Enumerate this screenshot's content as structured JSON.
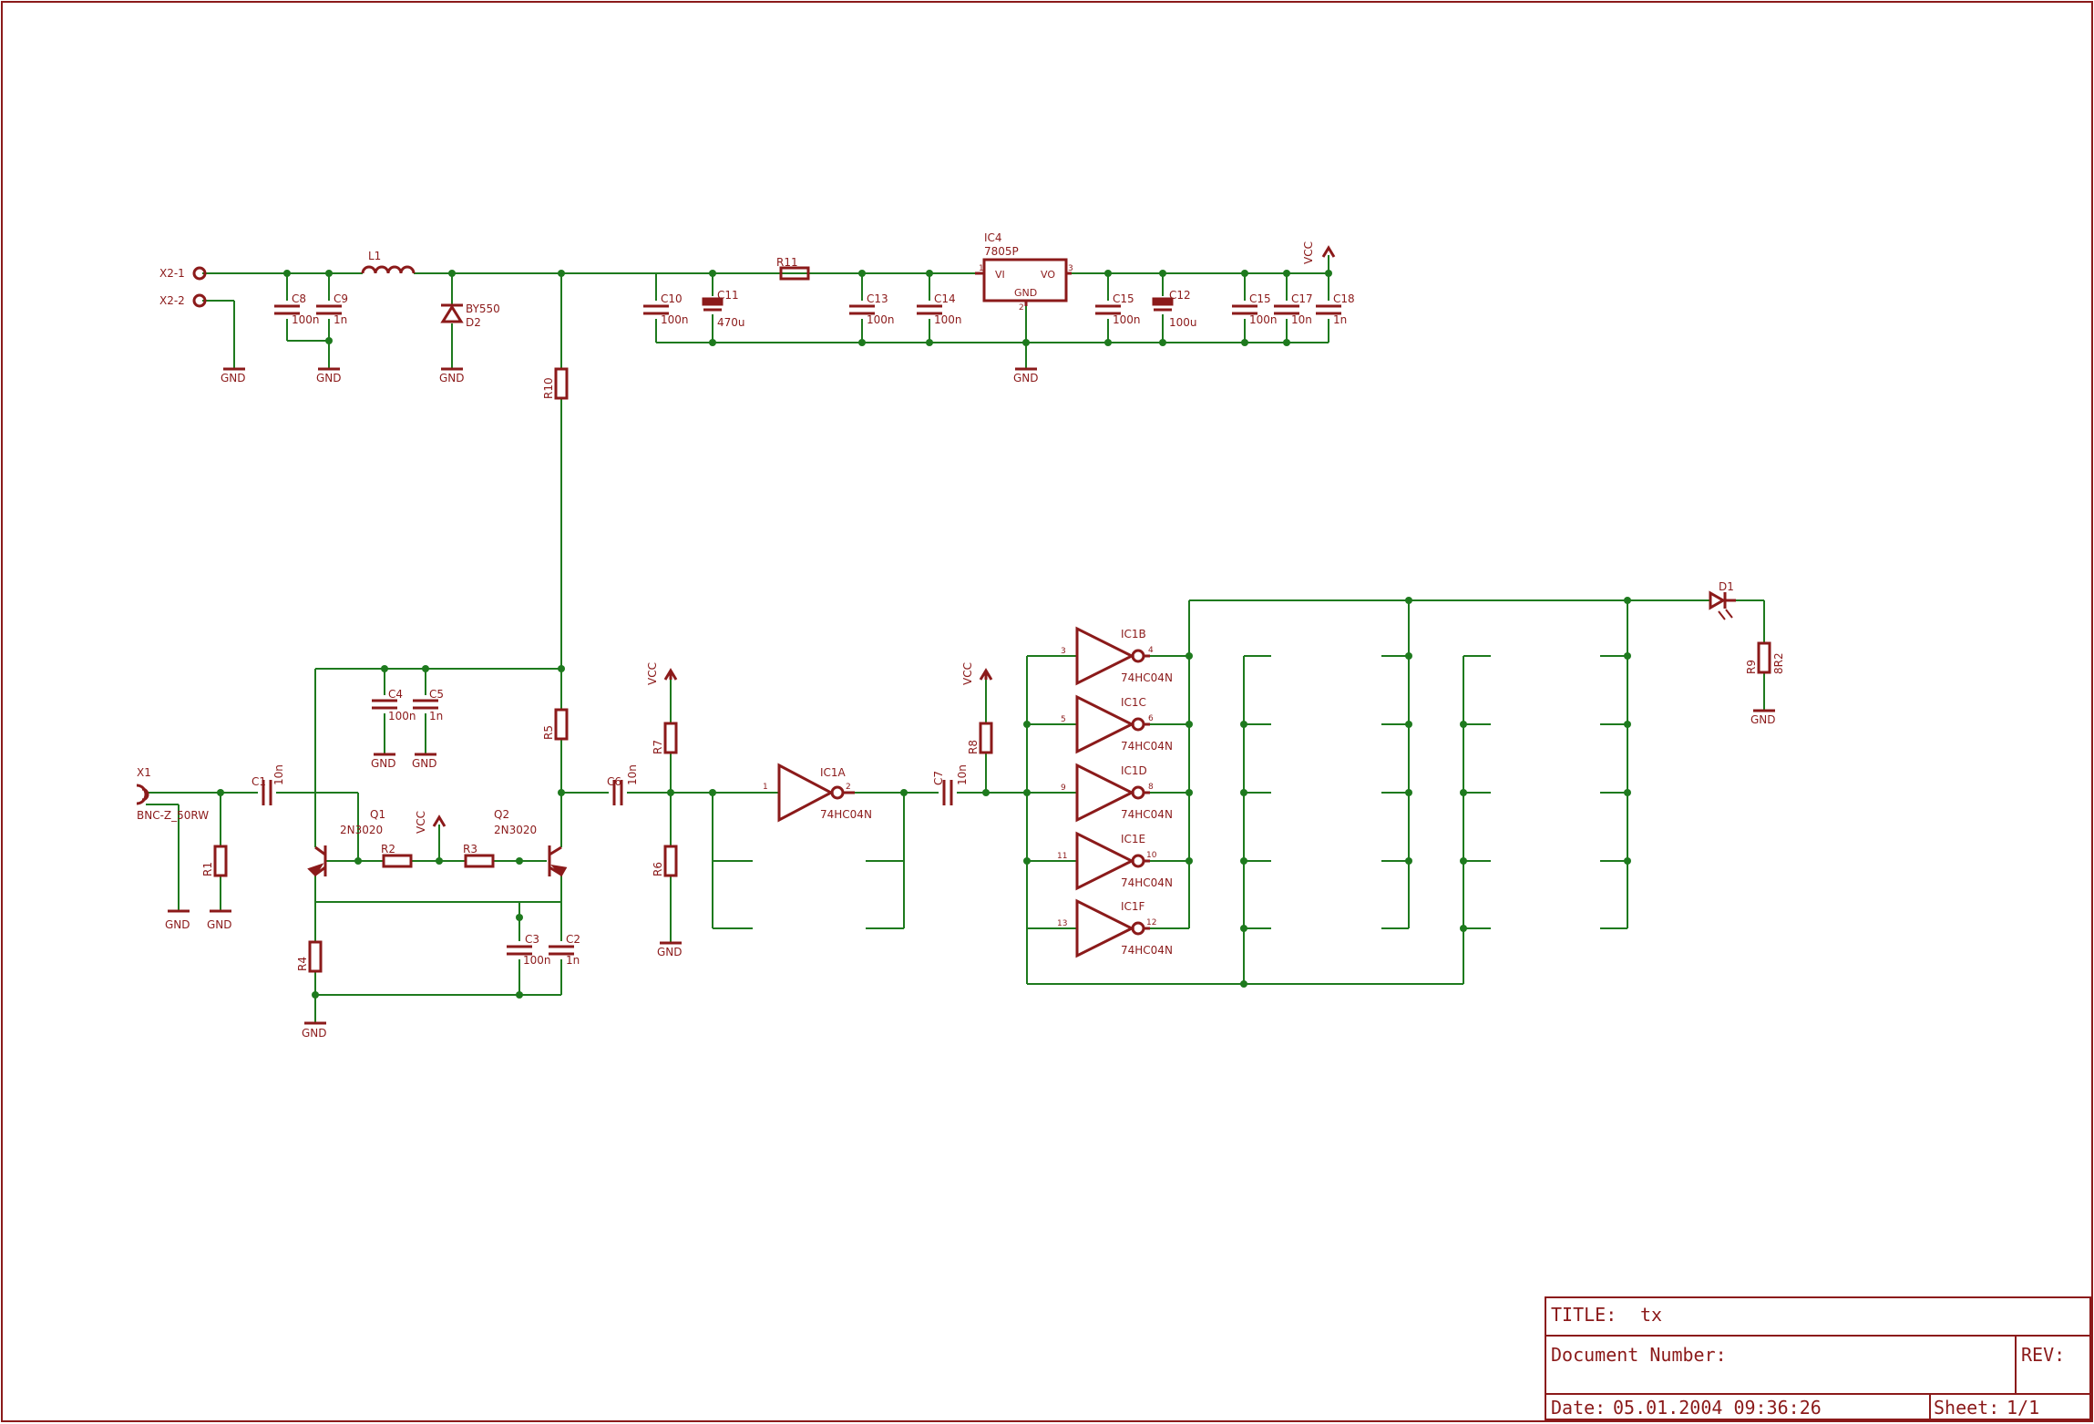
{
  "colors": {
    "wire": "#1e7a1e",
    "part": "#8b1a1a",
    "frame": "#8b1a1a",
    "background": "#ffffff"
  },
  "title_block": {
    "title_label": "TITLE:",
    "title_value": "tx",
    "doc_label": "Document Number:",
    "rev_label": "REV:",
    "date_label": "Date:",
    "date_value": "05.01.2004 09:36:26",
    "sheet_label": "Sheet:",
    "sheet_value": "1/1"
  },
  "labels": {
    "x2_1": "X2-1",
    "x2_2": "X2-2",
    "gnd": "GND",
    "vcc": "VCC",
    "l1": "L1",
    "c8": "C8",
    "c8_v": "100n",
    "c9": "C9",
    "c9_v": "1n",
    "d2_part": "BY550",
    "d2": "D2",
    "c10": "C10",
    "c10_v": "100n",
    "c11": "C11",
    "c11_v": "470u",
    "r11": "R11",
    "c13": "C13",
    "c13_v": "100n",
    "c14": "C14",
    "c14_v": "100n",
    "ic4": "IC4",
    "ic4_part": "7805P",
    "ic4_vi": "VI",
    "ic4_vo": "VO",
    "ic4_gnd": "GND",
    "ic4_pin1": "1",
    "ic4_pin2": "2",
    "ic4_pin3": "3",
    "c15a": "C15",
    "c15a_v": "100n",
    "c12": "C12",
    "c12_v": "100u",
    "c15b": "C15",
    "c15b_v": "100n",
    "c17": "C17",
    "c17_v": "10n",
    "c18": "C18",
    "c18_v": "1n",
    "r10": "R10",
    "r5": "R5",
    "c4": "C4",
    "c4_v": "100n",
    "c5": "C5",
    "c5_v": "1n",
    "x1": "X1",
    "x1_part": "BNC-Z_50RW",
    "c1": "C1",
    "c1_v": "10n",
    "r1": "R1",
    "q1": "Q1",
    "q1_part": "2N3020",
    "q2": "Q2",
    "q2_part": "2N3020",
    "r2": "R2",
    "r3": "R3",
    "r4": "R4",
    "c3": "C3",
    "c3_v": "100n",
    "c2": "C2",
    "c2_v": "1n",
    "c6": "C6",
    "c6_v": "10n",
    "r7": "R7",
    "r6": "R6",
    "ic1a": "IC1A",
    "ic1_part": "74HC04N",
    "c7": "C7",
    "c7_v": "10n",
    "r8": "R8",
    "ic1b": "IC1B",
    "ic1c": "IC1C",
    "ic1d": "IC1D",
    "ic1e": "IC1E",
    "ic1f": "IC1F",
    "pin1": "1",
    "pin2": "2",
    "pin3": "3",
    "pin4": "4",
    "pin5": "5",
    "pin6": "6",
    "pin8": "8",
    "pin9": "9",
    "pin10": "10",
    "pin11": "11",
    "pin12": "12",
    "pin13": "13",
    "d1": "D1",
    "r9": "R9",
    "r9_v": "8R2"
  }
}
